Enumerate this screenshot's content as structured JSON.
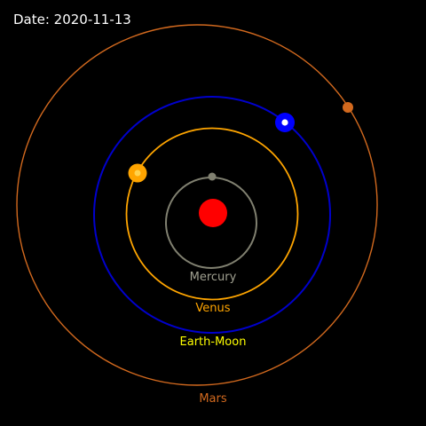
{
  "date_label": "Date: 2020-11-13",
  "colors": {
    "background": "#000000",
    "date_text": "#ffffff",
    "sun": "#ff0000",
    "mercury": "#808070",
    "venus": "#ffa500",
    "earth_orbit": "#0000cc",
    "earth": "#0000ff",
    "moon": "#ffffff",
    "earth_moon_label": "#ffff00",
    "mars": "#d2691e"
  },
  "bodies": [
    {
      "id": "mercury",
      "label": "Mercury"
    },
    {
      "id": "venus",
      "label": "Venus"
    },
    {
      "id": "earth-moon",
      "label": "Earth-Moon"
    },
    {
      "id": "mars",
      "label": "Mars"
    }
  ]
}
